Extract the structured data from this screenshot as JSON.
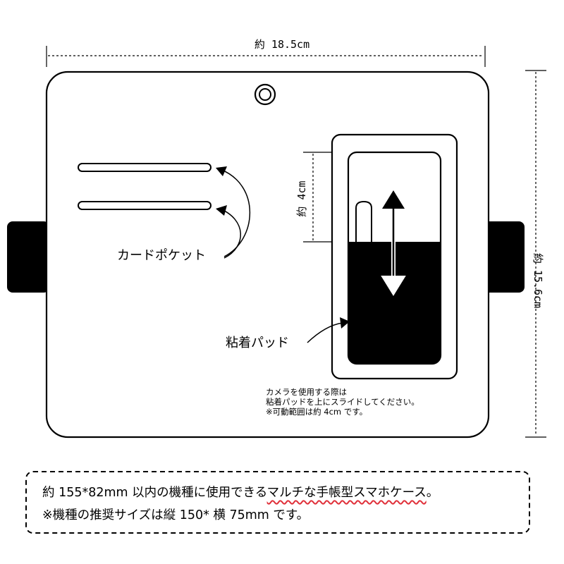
{
  "dimensions": {
    "width_label": "約 18.5cm",
    "height_label": "約 15.6cm",
    "slide_range_label": "約 4cm"
  },
  "labels": {
    "card_pocket": "カードポケット",
    "adhesive_pad": "粘着パッド"
  },
  "note": {
    "line1": "カメラを使用する際は",
    "line2": "粘着パッドを上にスライドしてください。",
    "line3": "※可動範囲は約 4cm です。"
  },
  "footer": {
    "line1_prefix": "約 155*82mm 以内の機種に使用できる",
    "line1_highlight": "マルチな手帳型スマホケース",
    "line1_suffix": "。",
    "line2": "※機種の推奨サイズは縦 150* 横 75mm です。"
  },
  "colors": {
    "outline": "#000000",
    "highlight_underline": "#e0303a"
  }
}
